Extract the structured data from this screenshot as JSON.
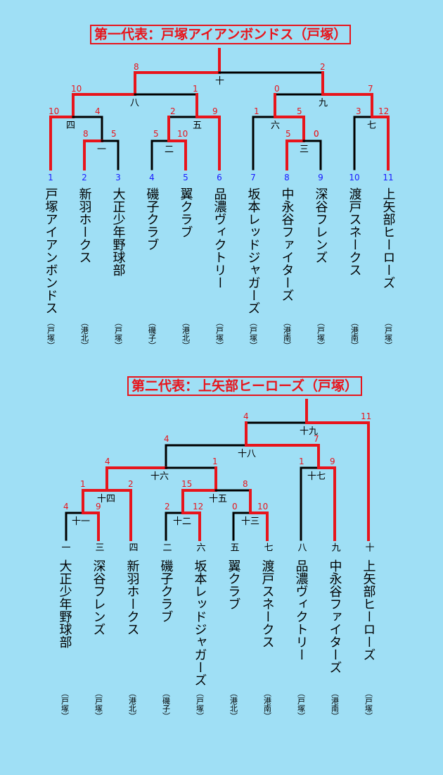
{
  "bracket1": {
    "title": "第一代表：戸塚アイアンボンドス（戸塚）",
    "teams": [
      {
        "seed": "1",
        "name": "戸塚アイアンボンドス",
        "district": "（戸塚）"
      },
      {
        "seed": "2",
        "name": "新羽ホークス",
        "district": "（港北）"
      },
      {
        "seed": "3",
        "name": "大正少年野球部",
        "district": "（戸塚）"
      },
      {
        "seed": "4",
        "name": "磯子クラブ",
        "district": "（磯子）"
      },
      {
        "seed": "5",
        "name": "翼クラブ",
        "district": "（港北）"
      },
      {
        "seed": "6",
        "name": "品濃ヴィクトリー",
        "district": "（戸塚）"
      },
      {
        "seed": "7",
        "name": "坂本レッドジャガーズ",
        "district": "（戸塚）"
      },
      {
        "seed": "8",
        "name": "中永谷ファイターズ",
        "district": "（港南）"
      },
      {
        "seed": "9",
        "name": "深谷フレンズ",
        "district": "（戸塚）"
      },
      {
        "seed": "10",
        "name": "渡戸スネークス",
        "district": "（港南）"
      },
      {
        "seed": "11",
        "name": "上矢部ヒーローズ",
        "district": "（戸塚）"
      }
    ],
    "scores": [
      "8",
      "2",
      "10",
      "1",
      "0",
      "7",
      "10",
      "4",
      "2",
      "9",
      "1",
      "5",
      "0",
      "3",
      "12",
      "8",
      "5",
      "5",
      "10",
      "5",
      "0"
    ],
    "match_numbers": [
      "十",
      "八",
      "九",
      "四",
      "五",
      "六",
      "七",
      "一",
      "二",
      "三"
    ]
  },
  "bracket2": {
    "title": "第二代表：上矢部ヒーローズ（戸塚）",
    "teams": [
      {
        "seed": "一",
        "name": "大正少年野球部",
        "district": "（戸塚）"
      },
      {
        "seed": "三",
        "name": "深谷フレンズ",
        "district": "（戸塚）"
      },
      {
        "seed": "四",
        "name": "新羽ホークス",
        "district": "（港北）"
      },
      {
        "seed": "二",
        "name": "磯子クラブ",
        "district": "（磯子）"
      },
      {
        "seed": "六",
        "name": "坂本レッドジャガーズ",
        "district": "（戸塚）"
      },
      {
        "seed": "五",
        "name": "翼クラブ",
        "district": "（港北）"
      },
      {
        "seed": "七",
        "name": "渡戸スネークス",
        "district": "（港南）"
      },
      {
        "seed": "八",
        "name": "品濃ヴィクトリー",
        "district": "（戸塚）"
      },
      {
        "seed": "九",
        "name": "中永谷ファイターズ",
        "district": "（港南）"
      },
      {
        "seed": "十",
        "name": "上矢部ヒーローズ",
        "district": "（戸塚）"
      }
    ],
    "scores": [
      "4",
      "11",
      "4",
      "7",
      "4",
      "1",
      "1",
      "9",
      "1",
      "2",
      "15",
      "8",
      "4",
      "9",
      "2",
      "12",
      "0",
      "10"
    ],
    "match_numbers": [
      "十九",
      "十八",
      "十七",
      "十六",
      "十五",
      "十四",
      "十三",
      "十二",
      "十一"
    ]
  },
  "colors": {
    "background": "#9fdff5",
    "winner": "#e8141b",
    "line": "#000000",
    "seed_number": "#1a1aff"
  }
}
